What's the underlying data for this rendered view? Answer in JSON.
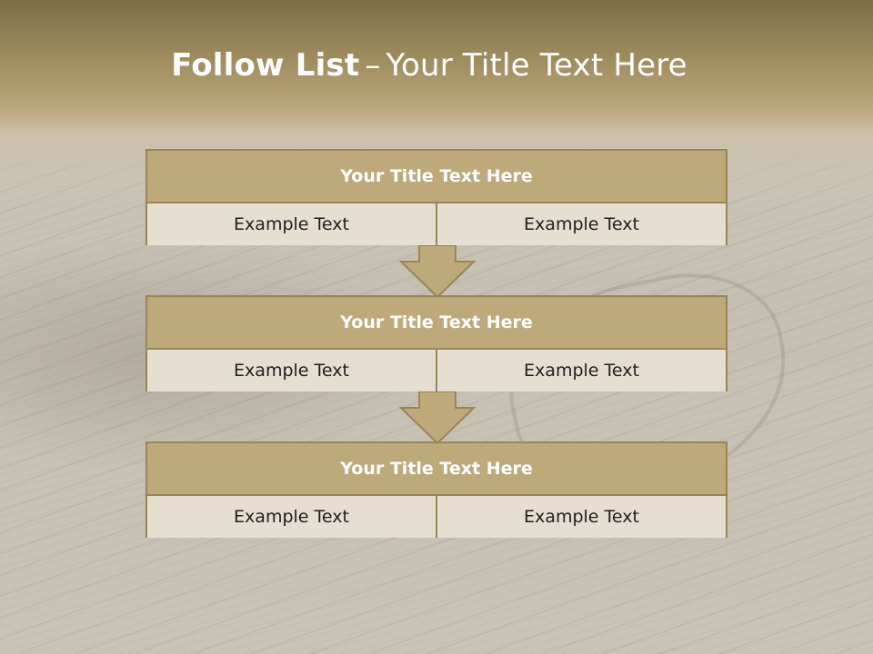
{
  "title": {
    "bold": "Follow List",
    "separator": "–",
    "rest": "Your Title Text Here"
  },
  "blocks": [
    {
      "title": "Your Title Text Here",
      "left": "Example Text",
      "right": "Example Text"
    },
    {
      "title": "Your Title Text Here",
      "left": "Example Text",
      "right": "Example Text"
    },
    {
      "title": "Your Title Text Here",
      "left": "Example Text",
      "right": "Example Text"
    }
  ],
  "colors": {
    "header_fill": "#bea97b",
    "cell_fill": "#e6ded1",
    "border": "#9a8557",
    "title_text": "#ffffff"
  }
}
